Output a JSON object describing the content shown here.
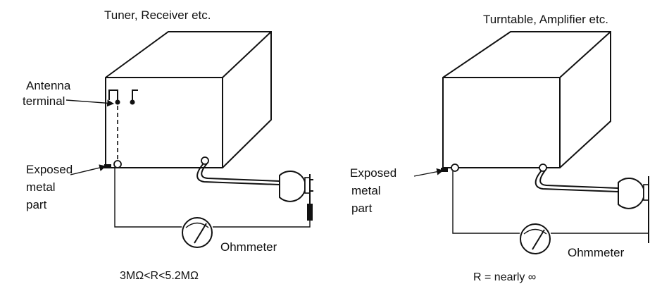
{
  "left_panel": {
    "title": "Tuner, Receiver etc.",
    "antenna_label": [
      "Antenna",
      "terminal"
    ],
    "metal_label": [
      "Exposed",
      "metal",
      "part"
    ],
    "meter_label": "Ohmmeter",
    "formula": "3MΩ<R<5.2MΩ"
  },
  "right_panel": {
    "title": "Turntable, Amplifier etc.",
    "metal_label": [
      "Exposed",
      "metal",
      "part"
    ],
    "meter_label": "Ohmmeter",
    "formula": "R = nearly ∞"
  },
  "icons": {
    "meter": "ohmmeter-dial-icon",
    "plug": "power-plug-icon"
  }
}
